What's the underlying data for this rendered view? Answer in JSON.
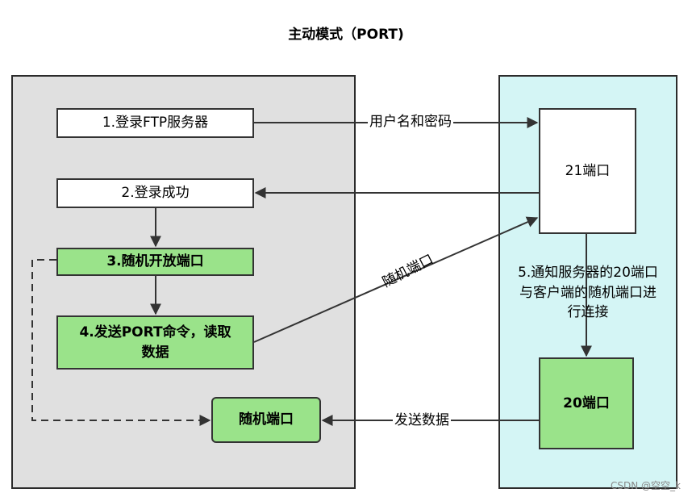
{
  "title": "主动模式（PORT)",
  "client": {
    "step1": "1.登录FTP服务器",
    "step2": "2.登录成功",
    "step3": "3.随机开放端口",
    "step4": "4.发送PORT命令，读取数据",
    "random_port": "随机端口"
  },
  "server": {
    "port21": "21端口",
    "port20": "20端口",
    "step5": "5.通知服务器的20端口与客户端的随机端口进行连接"
  },
  "arrows": {
    "credentials": "用户名和密码",
    "random_port": "随机端口",
    "send_data": "发送数据"
  },
  "colors": {
    "client_bg": "#e0e0e0",
    "server_bg": "#d4f5f5",
    "highlight_green": "#9ae38a"
  },
  "watermark": "CSDN @空空_k"
}
